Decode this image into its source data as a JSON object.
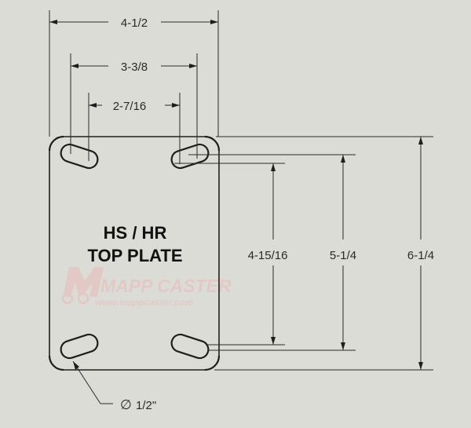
{
  "title": {
    "line1": "HS / HR",
    "line2": "TOP PLATE"
  },
  "dimensions": {
    "overall_width": "4-1/2",
    "outer_bolt_spacing_width": "3-3/8",
    "inner_bolt_spacing_width": "2-7/16",
    "inner_bolt_spacing_length": "4-15/16",
    "outer_bolt_spacing_length": "5-1/4",
    "overall_length": "6-1/4",
    "slot_diameter": "1/2\""
  },
  "symbols": {
    "diameter": "∅"
  },
  "watermark": {
    "brand": "MAPP CASTER",
    "url": "www.mappcaster.com"
  },
  "colors": {
    "background": "#dcdcd6",
    "line": "#1e1e1e",
    "watermark": "#e3c9c6"
  }
}
